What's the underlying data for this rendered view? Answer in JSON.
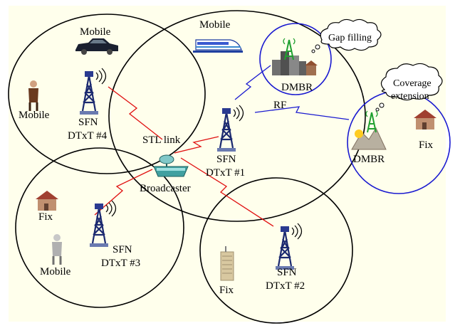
{
  "colors": {
    "background": "#ffffec",
    "circle_stroke": "#000000",
    "dmbr_circle_stroke": "#1a1ad0",
    "stl_link": "#e01010",
    "rf_link": "#1a1ad0"
  },
  "labels": {
    "mobile_car": "Mobile",
    "mobile_train": "Mobile",
    "mobile_person_left": "Mobile",
    "mobile_person_bottom": "Mobile",
    "sfn4_line1": "SFN",
    "sfn4_line2": "DTxT #4",
    "sfn1_line1": "SFN",
    "sfn1_line2": "DTxT #1",
    "sfn3_line1": "SFN",
    "sfn3_line2": "DTxT #3",
    "sfn2_line1": "SFN",
    "sfn2_line2": "DTxT #2",
    "stl_link": "STL link",
    "broadcaster": "Broadcaster",
    "rf": "RF",
    "dmbr_top": "DMBR",
    "dmbr_right": "DMBR",
    "gap_filling": "Gap filling",
    "coverage_line1": "Coverage",
    "coverage_line2": "extension",
    "fix_left": "Fix",
    "fix_right": "Fix",
    "fix_bottom": "Fix"
  },
  "icons": {
    "tower": "transmission-tower-icon",
    "car": "car-icon",
    "train": "train-icon",
    "person": "person-icon",
    "house": "house-icon",
    "city": "city-buildings-icon",
    "mountain": "mountain-icon",
    "building": "office-building-icon",
    "dish": "satellite-dish-icon"
  }
}
